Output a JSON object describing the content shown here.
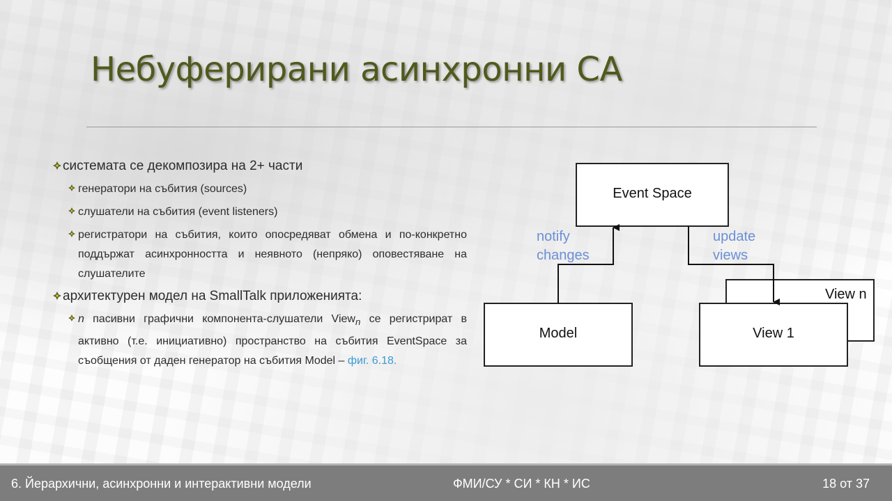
{
  "slide": {
    "title": "Небуферирани асинхронни СА"
  },
  "content": {
    "items": [
      {
        "text": "системата се декомпозира на 2+ части",
        "subitems": [
          {
            "text": "генератори на събития (sources)"
          },
          {
            "text": "слушатели на събития (event listeners)"
          },
          {
            "text": "регистратори на събития, които опосредяват обмена и по-конкретно поддържат асинхронността и неявното (непряко) оповестяване на слушателите"
          }
        ]
      },
      {
        "text": "архитектурен модел на SmallTalk приложенията:",
        "subitems": [
          {
            "italic_n": "n",
            "text_a": " пасивни графични компонента-слушатели View",
            "subscript": "n",
            "text_b": " се регистрират в активно (т.е. инициативно) пространство на събития EventSpace за съобщения от даден генератор на събития Model – ",
            "link": "фиг. 6.18."
          }
        ]
      }
    ]
  },
  "diagram": {
    "event_space": "Event Space",
    "model": "Model",
    "view1": "View 1",
    "viewn": "View n",
    "notify_1": "notify",
    "notify_2": "changes",
    "update_1": "update",
    "update_2": "views",
    "label_color": "#6b8fd6"
  },
  "footer": {
    "left": "6. Йерархични, асинхронни и интерактивни модели",
    "center": "ФМИ/СУ  *  СИ  * КН * ИС",
    "page": "18 от 37"
  }
}
